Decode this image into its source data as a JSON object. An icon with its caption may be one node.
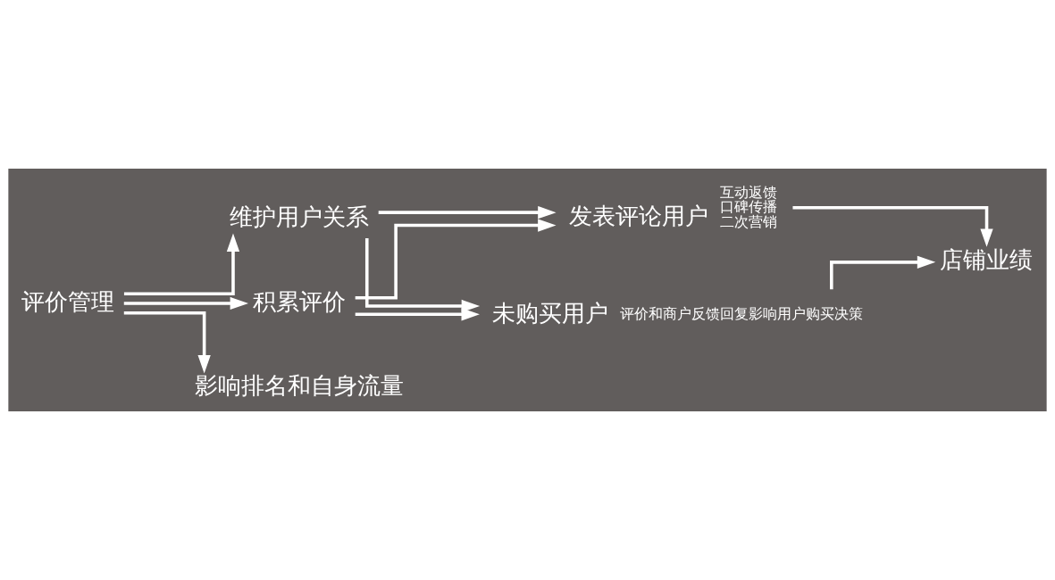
{
  "diagram": {
    "nodes": [
      {
        "text": [
          "评价管理"
        ]
      },
      {
        "text": [
          "维护用户关系"
        ]
      },
      {
        "text": [
          "发表评论用户"
        ],
        "beside": [
          "互动返馈",
          "口碑传播",
          "二次营销"
        ]
      },
      {
        "text": [
          "店铺业绩"
        ]
      },
      {
        "text": [
          "积累评价"
        ]
      },
      {
        "text": [
          "未购买用户"
        ],
        "beside": [
          "评价和商户反馈回复影响用户购买决策"
        ]
      },
      {
        "text": [
          "影响排名和自身流量"
        ]
      }
    ],
    "edges": [
      {
        "from": 0,
        "to": 1,
        "arrow": "to"
      },
      {
        "from": 0,
        "to": 4,
        "arrow": "to"
      },
      {
        "from": 0,
        "to": 6,
        "arrow": "to"
      },
      {
        "from": 1,
        "to": 2,
        "arrow": "to"
      },
      {
        "from": 1,
        "to": 5,
        "arrow": "to"
      },
      {
        "from": 4,
        "to": 2,
        "arrow": "to"
      },
      {
        "from": 4,
        "to": 5,
        "arrow": "to"
      },
      {
        "from": 2,
        "to": 3,
        "arrow": "to"
      },
      {
        "from": 5,
        "to": 3,
        "arrow": "to"
      }
    ]
  }
}
